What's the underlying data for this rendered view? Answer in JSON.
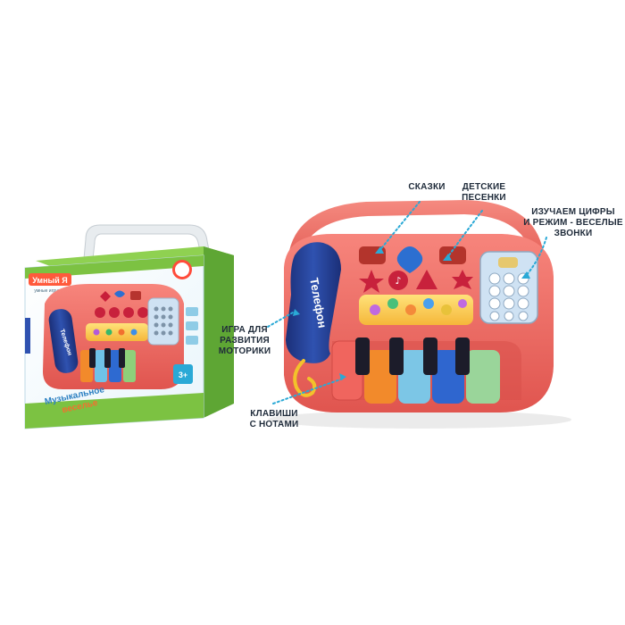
{
  "box": {
    "brand": "Умный Я",
    "brand_tagline": "умные игрушки",
    "product_title_line1": "Музыкальное",
    "product_title_line2": "веселье",
    "phone_label": "Телефон",
    "age_badge": "3+"
  },
  "toy": {
    "phone_label": "Телефон"
  },
  "callouts": {
    "skazki": [
      "СКАЗКИ"
    ],
    "pesenki": [
      "ДЕТСКИЕ",
      "ПЕСЕНКИ"
    ],
    "cifry": [
      "ИЗУЧАЕМ ЦИФРЫ",
      "И РЕЖИМ - ВЕСЕЛЫЕ",
      "ЗВОНКИ"
    ],
    "motorika": [
      "ИГРА ДЛЯ",
      "РАЗВИТИЯ",
      "МОТОРИКИ"
    ],
    "klavishi": [
      "КЛАВИШИ",
      "С НОТАМИ"
    ]
  },
  "colors": {
    "toy_body": "#f0655e",
    "toy_body_dark": "#d24a45",
    "handset": "#233d8f",
    "callout_line": "#2aa9d6",
    "box_green": "#7cc242",
    "keypad": "#cfe2f3"
  }
}
